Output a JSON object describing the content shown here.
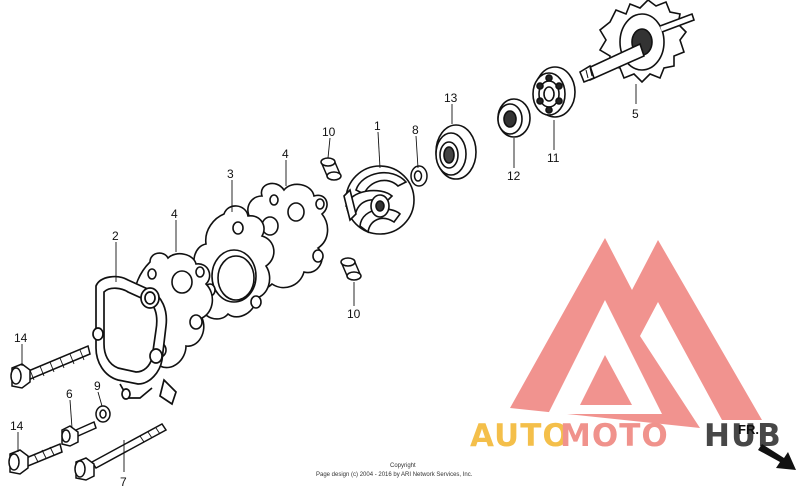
{
  "diagram": {
    "callouts": [
      {
        "id": "c1",
        "label": "1"
      },
      {
        "id": "c2",
        "label": "2"
      },
      {
        "id": "c3",
        "label": "3"
      },
      {
        "id": "c4a",
        "label": "4"
      },
      {
        "id": "c4b",
        "label": "4"
      },
      {
        "id": "c5",
        "label": "5"
      },
      {
        "id": "c6",
        "label": "6"
      },
      {
        "id": "c7",
        "label": "7"
      },
      {
        "id": "c8",
        "label": "8"
      },
      {
        "id": "c9",
        "label": "9"
      },
      {
        "id": "c10a",
        "label": "10"
      },
      {
        "id": "c10b",
        "label": "10"
      },
      {
        "id": "c11",
        "label": "11"
      },
      {
        "id": "c12",
        "label": "12"
      },
      {
        "id": "c13",
        "label": "13"
      },
      {
        "id": "c14a",
        "label": "14"
      },
      {
        "id": "c14b",
        "label": "14"
      }
    ],
    "direction_label": "FR.",
    "copyright": {
      "line1": "Copyright",
      "line2": "Page design (c) 2004 - 2016 by ARI Network Services, Inc."
    }
  },
  "watermark": {
    "word_part1": "AUTO",
    "word_part2": "MOTO",
    "word_part3": "HUB",
    "colors": {
      "triangle": "#f08a86",
      "part1": "#f4bf4a",
      "part2": "#f0928c",
      "part3": "#474747"
    }
  }
}
